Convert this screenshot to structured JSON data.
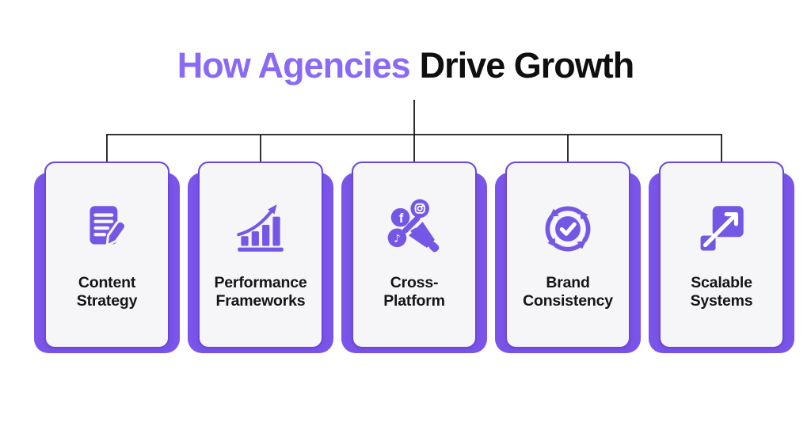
{
  "title": {
    "highlight": "How Agencies",
    "rest": "Drive Growth"
  },
  "cards": [
    {
      "line1": "Content",
      "line2": "Strategy",
      "icon": "document-pen-icon"
    },
    {
      "line1": "Performance",
      "line2": "Frameworks",
      "icon": "bar-chart-growth-icon"
    },
    {
      "line1": "Cross-",
      "line2": "Platform",
      "icon": "social-megaphone-icon"
    },
    {
      "line1": "Brand",
      "line2": "Consistency",
      "icon": "cycle-check-icon"
    },
    {
      "line1": "Scalable",
      "line2": "Systems",
      "icon": "expand-squares-icon"
    }
  ],
  "colors": {
    "accent_purple": "#7557e6",
    "backing_purple": "#7b55ea",
    "border_purple": "#6b46db",
    "title_purple": "#8a6af4",
    "card_background": "#f6f5f8",
    "text_black": "#151515",
    "connector_line": "#1a1a1a"
  }
}
